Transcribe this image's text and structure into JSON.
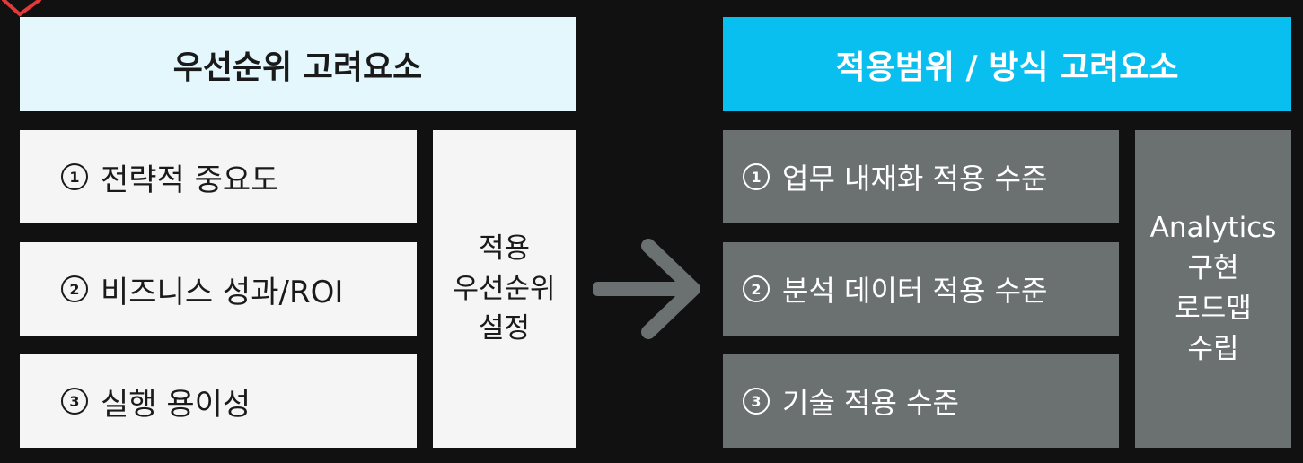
{
  "left_section": {
    "header": "우선순위 고려요소",
    "items": [
      {
        "number": "1",
        "label": "전략적 중요도"
      },
      {
        "number": "2",
        "label": "비즈니스 성과/ROI"
      },
      {
        "number": "3",
        "label": "실행 용이성"
      }
    ],
    "summary_lines": [
      "적용",
      "우선순위",
      "설정"
    ]
  },
  "right_section": {
    "header": "적용범위 / 방식 고려요소",
    "items": [
      {
        "number": "1",
        "label": "업무 내재화 적용 수준"
      },
      {
        "number": "2",
        "label": "분석 데이터 적용 수준"
      },
      {
        "number": "3",
        "label": "기술 적용 수준"
      }
    ],
    "summary_lines": [
      "Analytics",
      "구현",
      "로드맵",
      "수립"
    ]
  },
  "colors": {
    "background": "#111111",
    "left_header_bg": "#e3f7fd",
    "right_header_bg": "#08bff0",
    "left_box_bg": "#f5f5f5",
    "right_box_bg": "#6b7070",
    "arrow": "#6b7070"
  },
  "icons": {
    "flow_arrow": "right-arrow-icon",
    "corner_mark": "pointer-mark-icon"
  }
}
